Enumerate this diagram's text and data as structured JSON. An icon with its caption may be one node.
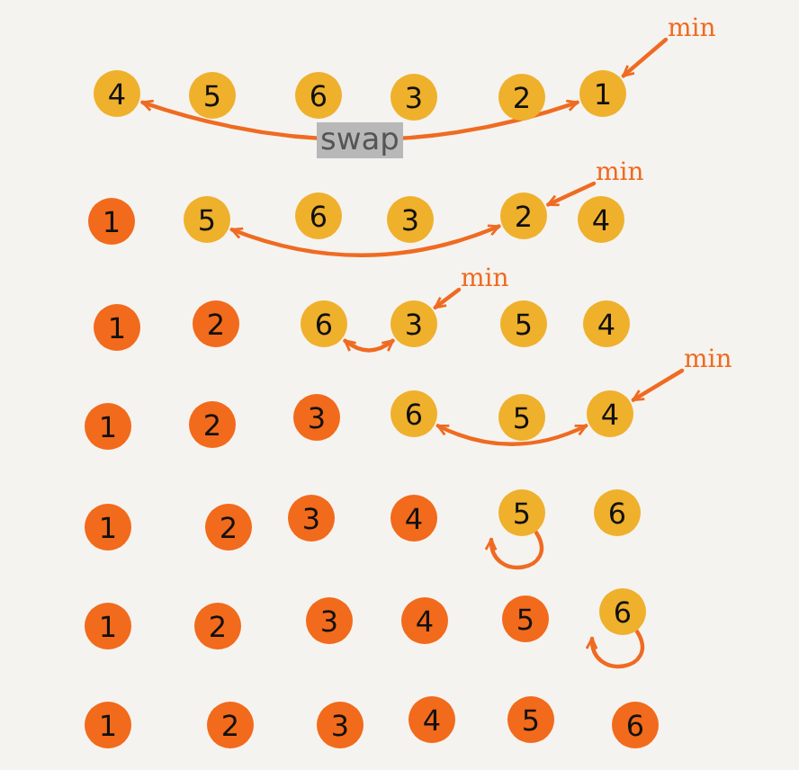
{
  "diagram": {
    "nodes": [
      {
        "text": [
          "min"
        ]
      },
      {
        "text": [
          "4"
        ]
      },
      {
        "text": [
          "5"
        ]
      },
      {
        "text": [
          "6"
        ]
      },
      {
        "text": [
          "3"
        ]
      },
      {
        "text": [
          "2"
        ]
      },
      {
        "text": [
          "1"
        ]
      },
      {
        "text": [
          "min"
        ]
      },
      {
        "text": [
          "1"
        ]
      },
      {
        "text": [
          "5"
        ]
      },
      {
        "text": [
          "6"
        ]
      },
      {
        "text": [
          "3"
        ]
      },
      {
        "text": [
          "2"
        ]
      },
      {
        "text": [
          "4"
        ]
      },
      {
        "text": [
          "min"
        ]
      },
      {
        "text": [
          "1"
        ]
      },
      {
        "text": [
          "2"
        ]
      },
      {
        "text": [
          "6"
        ]
      },
      {
        "text": [
          "3"
        ]
      },
      {
        "text": [
          "5"
        ]
      },
      {
        "text": [
          "4"
        ]
      },
      {
        "text": [
          "min"
        ]
      },
      {
        "text": [
          "1"
        ]
      },
      {
        "text": [
          "2"
        ]
      },
      {
        "text": [
          "3"
        ]
      },
      {
        "text": [
          "6"
        ]
      },
      {
        "text": [
          "5"
        ]
      },
      {
        "text": [
          "4"
        ]
      },
      {
        "text": [
          "1"
        ]
      },
      {
        "text": [
          "2"
        ]
      },
      {
        "text": [
          "3"
        ]
      },
      {
        "text": [
          "4"
        ]
      },
      {
        "text": [
          "5"
        ]
      },
      {
        "text": [
          "6"
        ]
      },
      {
        "text": [
          "1"
        ]
      },
      {
        "text": [
          "2"
        ]
      },
      {
        "text": [
          "3"
        ]
      },
      {
        "text": [
          "4"
        ]
      },
      {
        "text": [
          "5"
        ]
      },
      {
        "text": [
          "6"
        ]
      },
      {
        "text": [
          "1"
        ]
      },
      {
        "text": [
          "2"
        ]
      },
      {
        "text": [
          "3"
        ]
      },
      {
        "text": [
          "4"
        ]
      },
      {
        "text": [
          "5"
        ]
      },
      {
        "text": [
          "6"
        ]
      }
    ],
    "edges": [
      {
        "from": 0,
        "to": 6,
        "arrow": "to"
      },
      {
        "from": 1,
        "to": 6,
        "label": "swap",
        "arrow": "both"
      },
      {
        "from": 7,
        "to": 12,
        "arrow": "to"
      },
      {
        "from": 9,
        "to": 12,
        "arrow": "both"
      },
      {
        "from": 14,
        "to": 18,
        "arrow": "to"
      },
      {
        "from": 17,
        "to": 18,
        "arrow": "both"
      },
      {
        "from": 21,
        "to": 27,
        "arrow": "to"
      },
      {
        "from": 25,
        "to": 27,
        "arrow": "both"
      },
      {
        "from": 32,
        "to": 32,
        "arrow": "to"
      },
      {
        "from": 39,
        "to": 39,
        "arrow": "to"
      }
    ]
  }
}
